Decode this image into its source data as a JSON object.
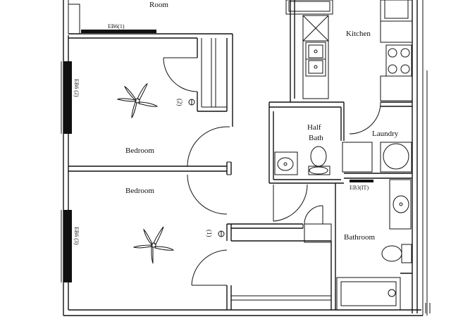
{
  "rooms": {
    "room_top": "Room",
    "kitchen": "Kitchen",
    "half_bath": [
      "Half",
      "Bath"
    ],
    "laundry": "Laundry",
    "bedroom_upper": "Bedroom",
    "bedroom_lower": "Bedroom",
    "bathroom": "Bathroom"
  },
  "electrical": {
    "eb6": "EB6(1)",
    "eb2": "EB6 (2)",
    "eb3": "EB3(IT)",
    "eb_bed_lower": "EB6 (3)"
  },
  "markers": {
    "upper": "(2)",
    "lower": "(1)"
  },
  "colors": {
    "line": "#111111",
    "background": "#ffffff"
  }
}
